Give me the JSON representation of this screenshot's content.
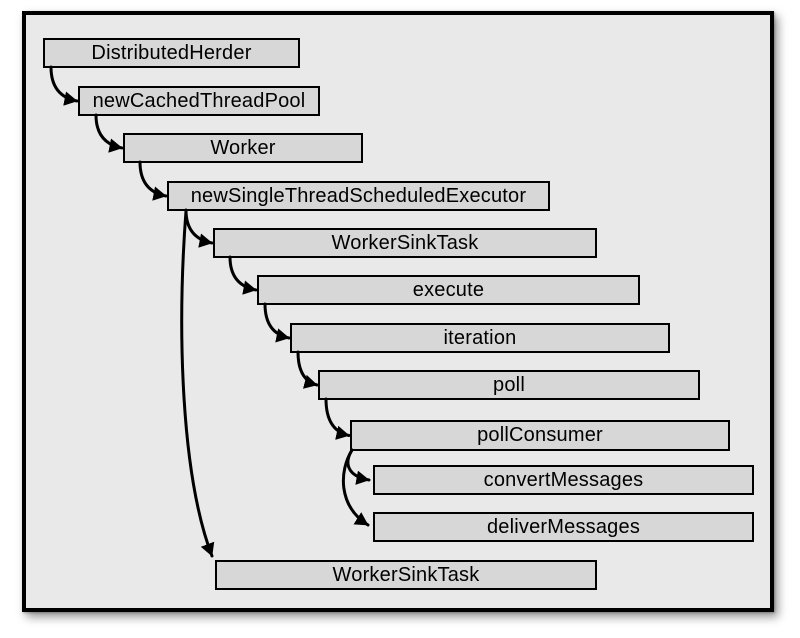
{
  "diagram": {
    "description": "Call hierarchy diagram of a distributed worker sink task flow",
    "colors": {
      "page_bg": "#ffffff",
      "canvas_bg": "#e9e9e9",
      "node_fill": "#d7d7d7",
      "node_border": "#000000",
      "arrow": "#000000"
    },
    "nodes": [
      {
        "id": "distributed-herder",
        "label": "DistributedHerder"
      },
      {
        "id": "new-cached-thread-pool",
        "label": "newCachedThreadPool"
      },
      {
        "id": "worker",
        "label": "Worker"
      },
      {
        "id": "new-single-thread-scheduled-executor",
        "label": "newSingleThreadScheduledExecutor"
      },
      {
        "id": "worker-sink-task",
        "label": "WorkerSinkTask"
      },
      {
        "id": "execute",
        "label": "execute"
      },
      {
        "id": "iteration",
        "label": "iteration"
      },
      {
        "id": "poll",
        "label": "poll"
      },
      {
        "id": "poll-consumer",
        "label": "pollConsumer"
      },
      {
        "id": "convert-messages",
        "label": "convertMessages"
      },
      {
        "id": "deliver-messages",
        "label": "deliverMessages"
      },
      {
        "id": "worker-sink-task-2",
        "label": "WorkerSinkTask"
      }
    ],
    "edges": [
      {
        "from": "distributed-herder",
        "to": "new-cached-thread-pool",
        "type": "step"
      },
      {
        "from": "new-cached-thread-pool",
        "to": "worker",
        "type": "step"
      },
      {
        "from": "worker",
        "to": "new-single-thread-scheduled-executor",
        "type": "step"
      },
      {
        "from": "new-single-thread-scheduled-executor",
        "to": "worker-sink-task",
        "type": "step"
      },
      {
        "from": "worker-sink-task",
        "to": "execute",
        "type": "step"
      },
      {
        "from": "execute",
        "to": "iteration",
        "type": "step"
      },
      {
        "from": "iteration",
        "to": "poll",
        "type": "step"
      },
      {
        "from": "poll",
        "to": "poll-consumer",
        "type": "step"
      },
      {
        "from": "poll-consumer",
        "to": "convert-messages",
        "type": "fork-short"
      },
      {
        "from": "poll-consumer",
        "to": "deliver-messages",
        "type": "fork-long"
      },
      {
        "from": "new-single-thread-scheduled-executor",
        "to": "worker-sink-task-2",
        "type": "long-skip"
      }
    ]
  }
}
